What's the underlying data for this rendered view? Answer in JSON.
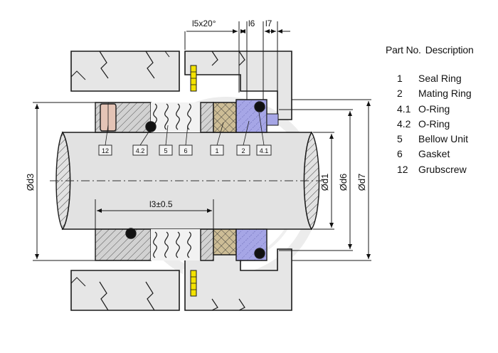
{
  "table": {
    "header_part_no": "Part No.",
    "header_description": "Description",
    "rows": [
      {
        "no": "1",
        "desc": "Seal Ring"
      },
      {
        "no": "2",
        "desc": "Mating Ring"
      },
      {
        "no": "4.1",
        "desc": "O-Ring"
      },
      {
        "no": "4.2",
        "desc": "O-Ring"
      },
      {
        "no": "5",
        "desc": "Bellow Unit"
      },
      {
        "no": "6",
        "desc": "Gasket"
      },
      {
        "no": "12",
        "desc": "Grubscrew"
      }
    ]
  },
  "dimensions": {
    "l5": "l5x20°",
    "l6": "l6",
    "l7": "l7",
    "l3": "l3±0.5",
    "d3": "Ød3",
    "d1": "Ød1",
    "d6": "Ød6",
    "d7": "Ød7"
  },
  "callouts": [
    "12",
    "4.2",
    "5",
    "6",
    "1",
    "2",
    "4.1"
  ],
  "colors": {
    "housing": "#e6e6e6",
    "shaft": "#e2e2e2",
    "seal_face": "#a6a6e6",
    "gasket": "#cdbd96",
    "grubscrew": "#e4c4b6",
    "bellow_gap": "#f2f2f2",
    "set_pin": "#f3e200",
    "outline": "#1a1a1a",
    "watermark": "#ececec"
  }
}
